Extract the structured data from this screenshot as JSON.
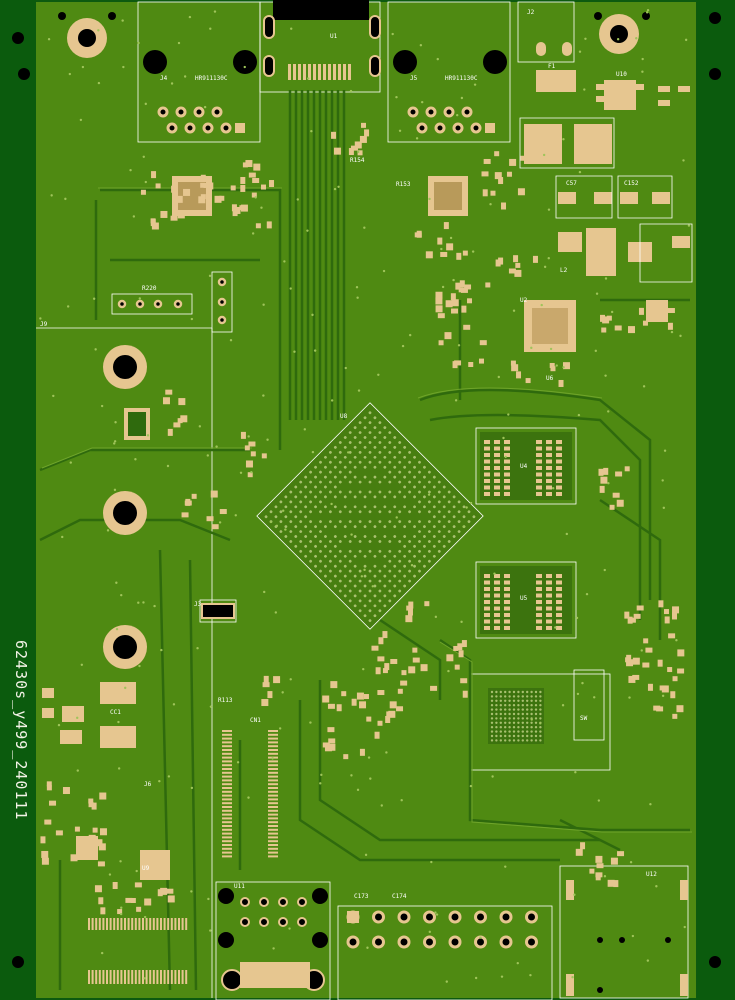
{
  "board": {
    "id_text": "62430s_y499_240111",
    "colors": {
      "edge": "#0d5a0f",
      "copper": "#4f8a12",
      "trace": "#3d7410",
      "trace_dark": "#2a5d0c",
      "pad": "#e6c690",
      "silk": "#ffffff",
      "hole": "#000000"
    }
  },
  "labels": {
    "u1": "U1",
    "u2": "U2",
    "u10": "U10",
    "u11": "U11",
    "u12": "U12",
    "u8": "U8",
    "u9": "U9",
    "u4": "U4",
    "u5": "U5",
    "u6": "U6",
    "j2": "J2",
    "j3": "J3",
    "j4": "J4",
    "j5": "J5",
    "j6": "J6",
    "j9": "J9",
    "cn1": "CN1",
    "hr1": "HR911130C",
    "hr2": "HR911130C",
    "r113": "R113",
    "r154": "R154",
    "r153": "R153",
    "r220": "R220",
    "c152": "C152",
    "c173": "C173",
    "c174": "C174",
    "c57": "C57",
    "l2": "L2",
    "f1": "F1",
    "sw": "SW",
    "cc1": "CC1"
  }
}
